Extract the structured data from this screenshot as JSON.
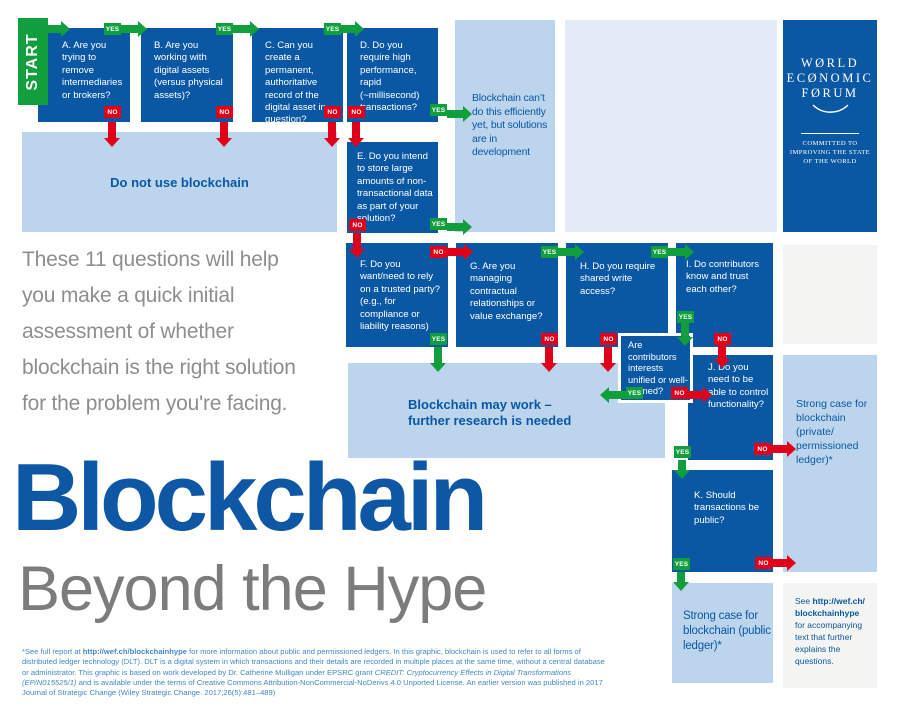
{
  "labels": {
    "yes": "YES",
    "no": "NO",
    "start": "START"
  },
  "questions": {
    "a": "A. Are you trying to remove intermediaries or brokers?",
    "b": "B. Are you working with digital assets (versus physical assets)?",
    "c": "C. Can you create a permanent, authoritative record of the digital asset in question?",
    "d": "D. Do you require high performance, rapid (~millisecond) transactions?",
    "e": "E. Do you intend to store large amounts of non-transactional data as part of your solution?",
    "f": "F. Do you want/need to rely on a trusted party? (e.g., for compliance or liability reasons)",
    "g": "G. Are you managing contractual relationships or value exchange?",
    "h": "H. Do you require shared write access?",
    "i": "I. Do contributors know and trust each other?",
    "contributors": "Are contributors interests unified or well-aligned?",
    "j": "J. Do you need to be able to control functionality?",
    "k": "K. Should transactions be public?"
  },
  "outcomes": {
    "do_not_use": "Do not use blockchain",
    "cant_do": "Blockchain can’t do this efficiently yet, but solutions are in development",
    "may_work": "Blockchain may work –\nfurther research is needed",
    "private_ledger": "Strong case for blockchain (private/\npermissioned ledger)*",
    "public_ledger": "Strong case for blockchain (public ledger)*"
  },
  "note_box": {
    "segments": [
      {
        "text": "See ",
        "style": "normal"
      },
      {
        "text": "http://wef.ch/\nblockchainhype",
        "style": "bold"
      },
      {
        "text": " for accompanying text that further explains the questions.",
        "style": "normal"
      }
    ]
  },
  "intro": "These 11 questions will help\nyou make a quick initial\nassessment of whether\nblockchain is the right solution\nfor the problem you're facing.",
  "title": {
    "main": "Blockchain",
    "sub": "Beyond the Hype"
  },
  "wef": {
    "line1": "WØRLD",
    "line2": "ECØNOMIC",
    "line3": "FØRUM",
    "motto": "COMMITTED TO\nIMPROVING THE STATE\nOF THE WORLD"
  },
  "footnote": {
    "segments": [
      {
        "text": "*See full report at ",
        "style": "normal"
      },
      {
        "text": "http://wef.ch/blockchainhype",
        "style": "bold"
      },
      {
        "text": " for more information about public and permissioned ledgers. In this graphic, blockchain is used to refer to all forms of distributed ledger technology (DLT). DLT is a digital system in which transactions and their details are recorded in multiple places at the same time, without a central database or administrator. This graphic is based on work developed by Dr. Catherine Mulligan under EPSRC grant ",
        "style": "normal"
      },
      {
        "text": "CREDIT: Cryptocurrency Effects in Digital Transformations (EP/N015525/1)",
        "style": "italic"
      },
      {
        "text": " and is available under the terms of Creative Commons Attribution-NonCommercial-NoDerivs 4.0 Unported License. An earlier version was published in 2017 Journal of Strategic Change (Wiley Strategic Change. 2017;26(5):481–489)",
        "style": "normal"
      }
    ]
  },
  "colors": {
    "brand_blue": "#0a58a4",
    "light_blue": "#bdd4ed",
    "pale_blue": "#e3ebf6",
    "green": "#119e3d",
    "red": "#e1001a",
    "title_gray": "#7c7c7c",
    "footnote_blue": "#4388c7"
  }
}
